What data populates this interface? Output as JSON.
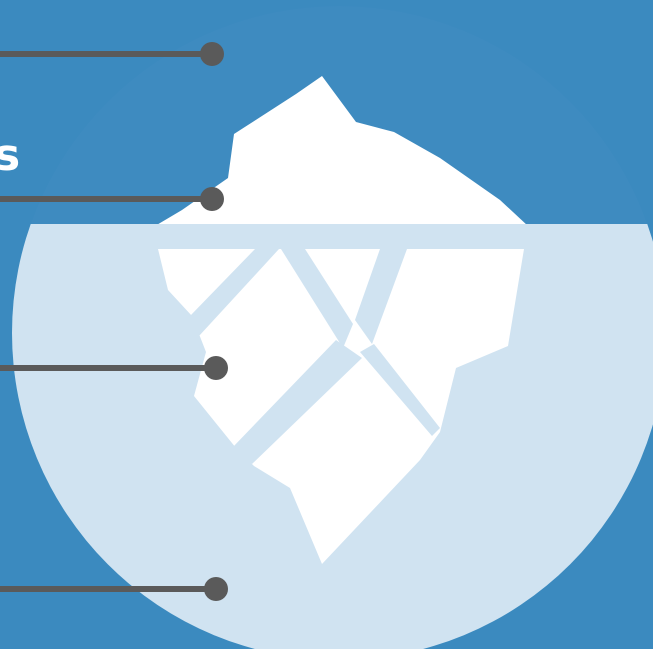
{
  "partial_label_text": "s",
  "colors": {
    "background": "#3b8abf",
    "circle_upper": "#3e8bc0",
    "water": "#d0e3f1",
    "ice": "#ffffff",
    "crack": "#d0e3f1",
    "leader": "#5a5a5a"
  },
  "leader_lines": [
    {
      "name": "leader-line-1"
    },
    {
      "name": "leader-line-2"
    },
    {
      "name": "leader-line-3"
    },
    {
      "name": "leader-line-4"
    }
  ]
}
